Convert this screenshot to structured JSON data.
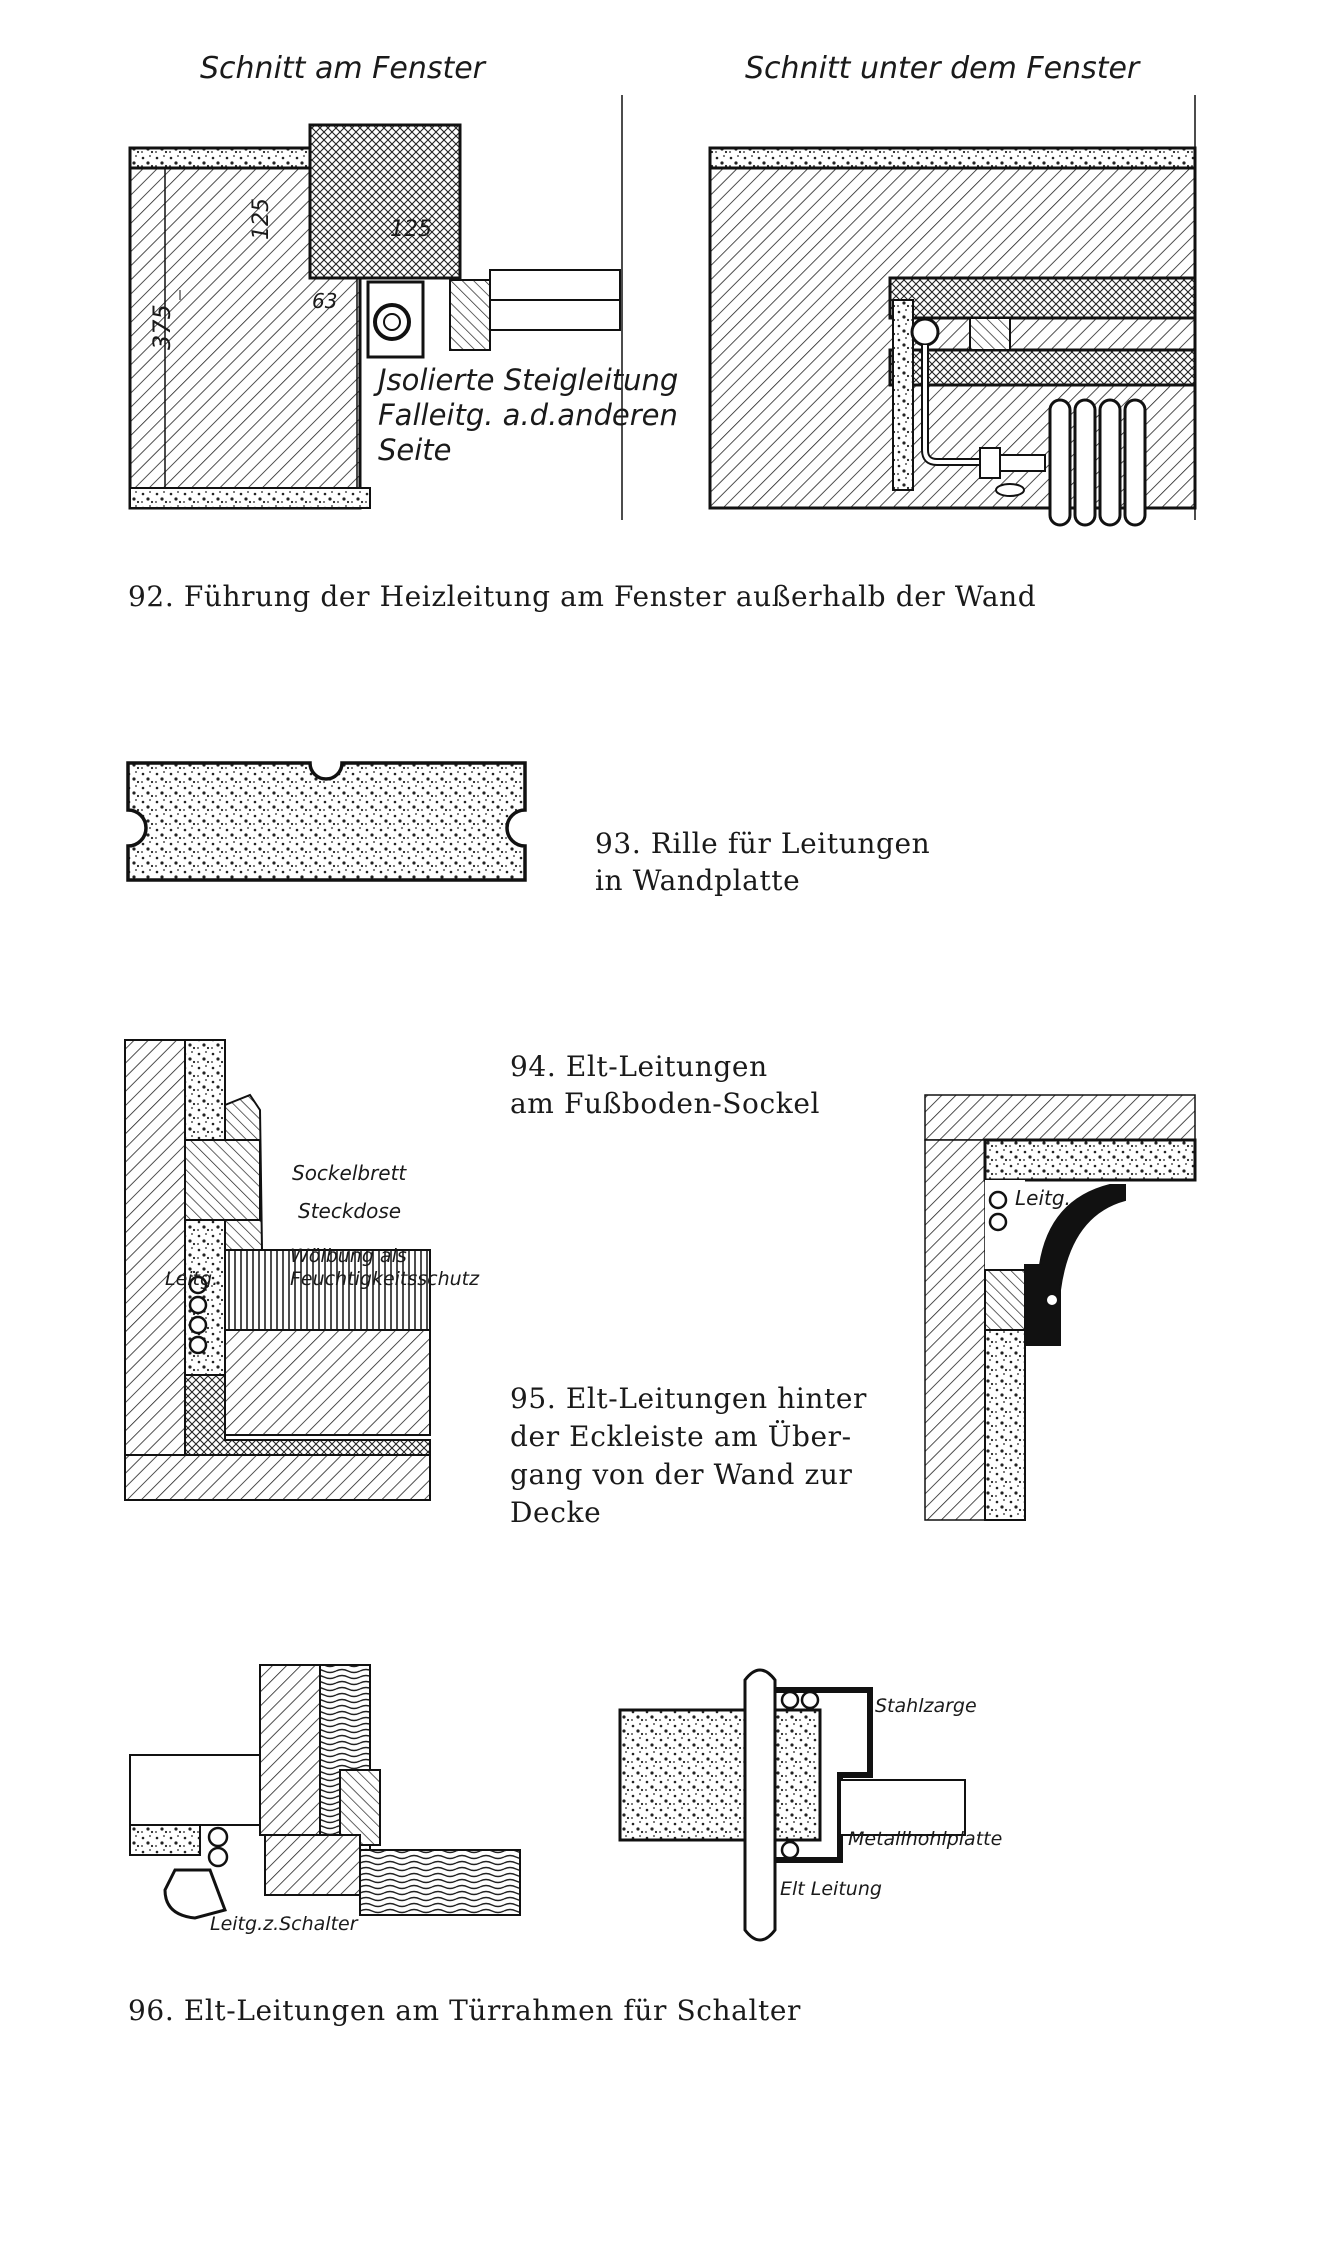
{
  "fig92": {
    "title_left": "Schnitt am Fenster",
    "title_right": "Schnitt unter dem Fenster",
    "dim_375": "375",
    "dim_125_v": "125",
    "dim_125_h": "125",
    "dim_63": "63",
    "note_line1": "Jsolierte Steigleitung",
    "note_line2": "Falleitg. a.d.anderen",
    "note_line3": "Seite",
    "caption": "92. Führung der Heizleitung am Fenster außerhalb der Wand"
  },
  "fig93": {
    "caption_line1": "93. Rille für Leitungen",
    "caption_line2": "in Wandplatte"
  },
  "fig94": {
    "caption_line1": "94. Elt-Leitungen",
    "caption_line2": "am Fußboden-Sockel",
    "label_sockelbrett": "Sockelbrett",
    "label_steckdose": "Steckdose",
    "label_woelbung1": "Wölbung als",
    "label_woelbung2": "Feuchtigkeitsschutz",
    "label_leitg": "Leitg."
  },
  "fig95": {
    "caption_line1": "95. Elt-Leitungen  hinter",
    "caption_line2": "der Eckleiste am Über-",
    "caption_line3": "gang von der Wand zur",
    "caption_line4": "Decke",
    "label_leitg": "Leitg."
  },
  "fig96": {
    "label_leitg_schalter": "Leitg.z.Schalter",
    "label_stahlzarge": "Stahlzarge",
    "label_metallhohlplatte": "Metallhohlplatte",
    "label_elt_leitung": "Elt Leitung",
    "caption": "96. Elt-Leitungen am Türrahmen für Schalter"
  }
}
